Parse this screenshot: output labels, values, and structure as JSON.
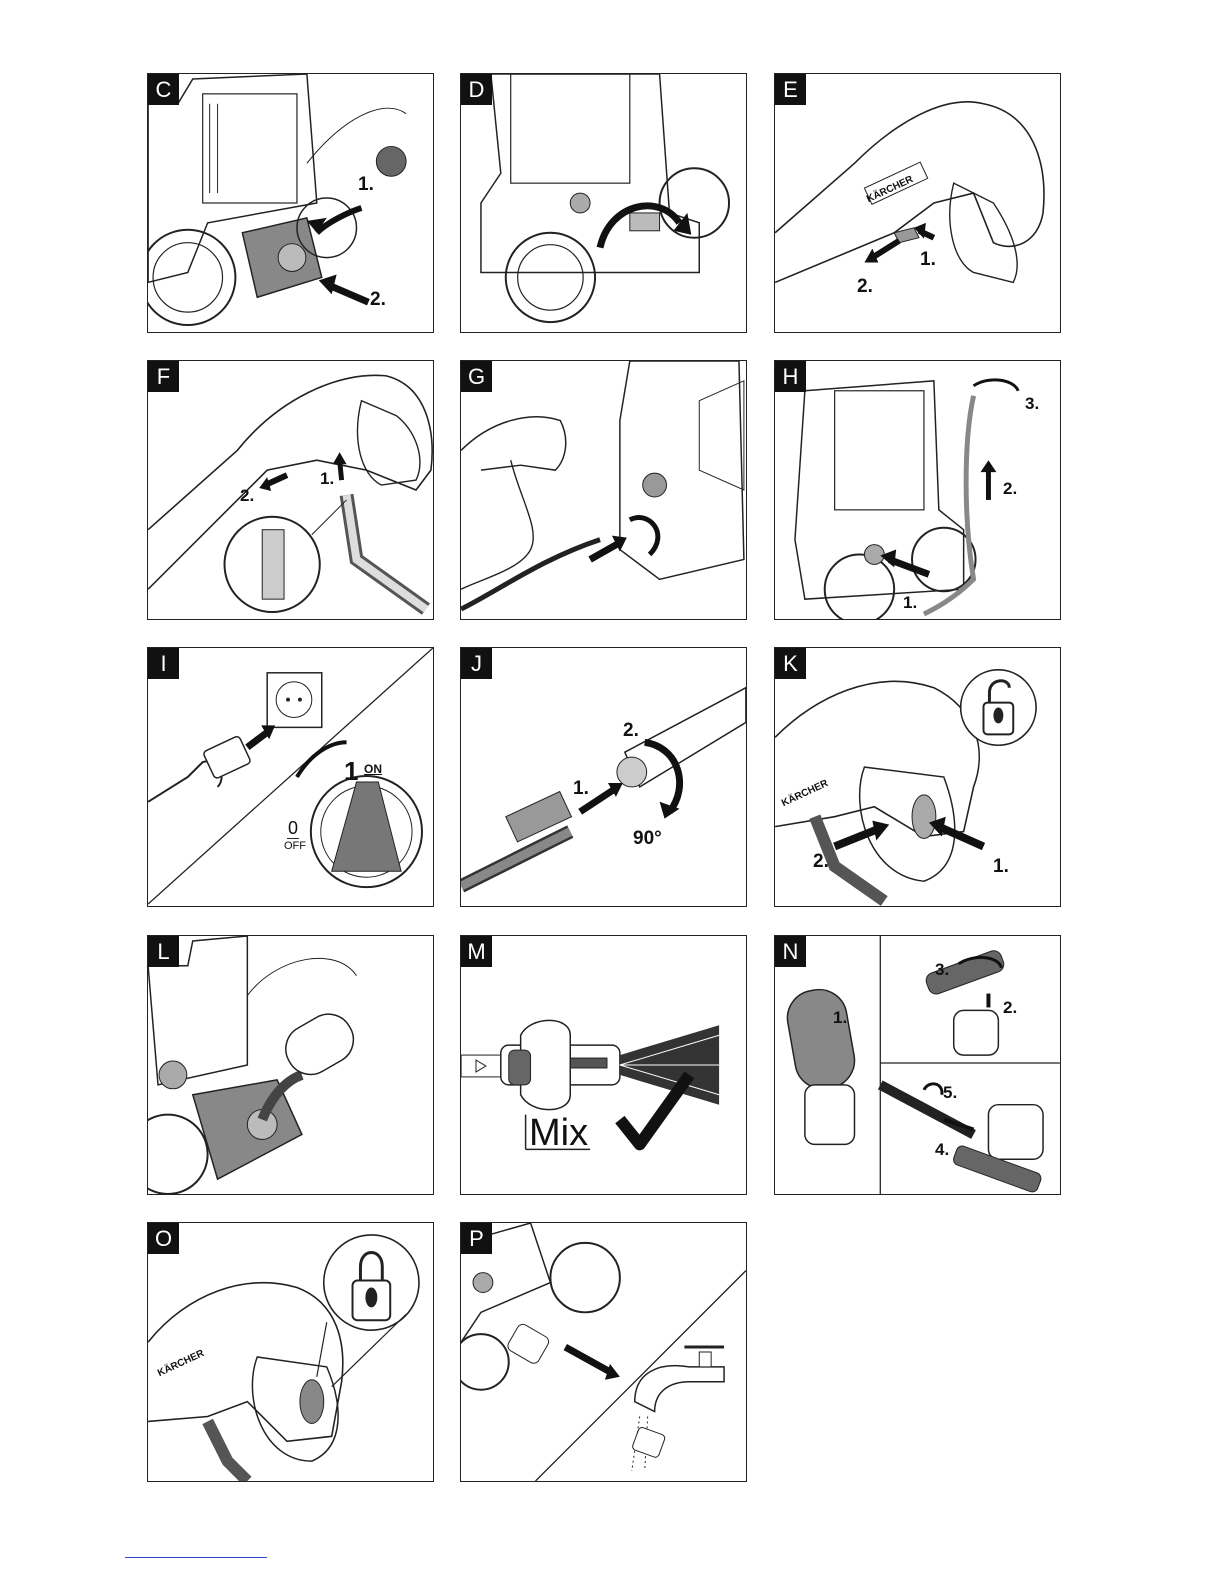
{
  "panels": [
    {
      "id": "C",
      "labels": [
        "1.",
        "2."
      ]
    },
    {
      "id": "D",
      "labels": []
    },
    {
      "id": "E",
      "labels": [
        "1.",
        "2."
      ]
    },
    {
      "id": "F",
      "labels": [
        "1.",
        "2."
      ]
    },
    {
      "id": "G",
      "labels": []
    },
    {
      "id": "H",
      "labels": [
        "1.",
        "2.",
        "3."
      ]
    },
    {
      "id": "I",
      "labels": [
        "1",
        "ON",
        "0",
        "OFF"
      ]
    },
    {
      "id": "J",
      "labels": [
        "1.",
        "2.",
        "90°"
      ]
    },
    {
      "id": "K",
      "labels": [
        "1.",
        "2."
      ]
    },
    {
      "id": "L",
      "labels": []
    },
    {
      "id": "M",
      "labels": [
        "Mix"
      ]
    },
    {
      "id": "N",
      "labels": [
        "1.",
        "2.",
        "3.",
        "4.",
        "5."
      ]
    },
    {
      "id": "O",
      "labels": []
    },
    {
      "id": "P",
      "labels": []
    }
  ],
  "brand_text": "KÄRCHER"
}
